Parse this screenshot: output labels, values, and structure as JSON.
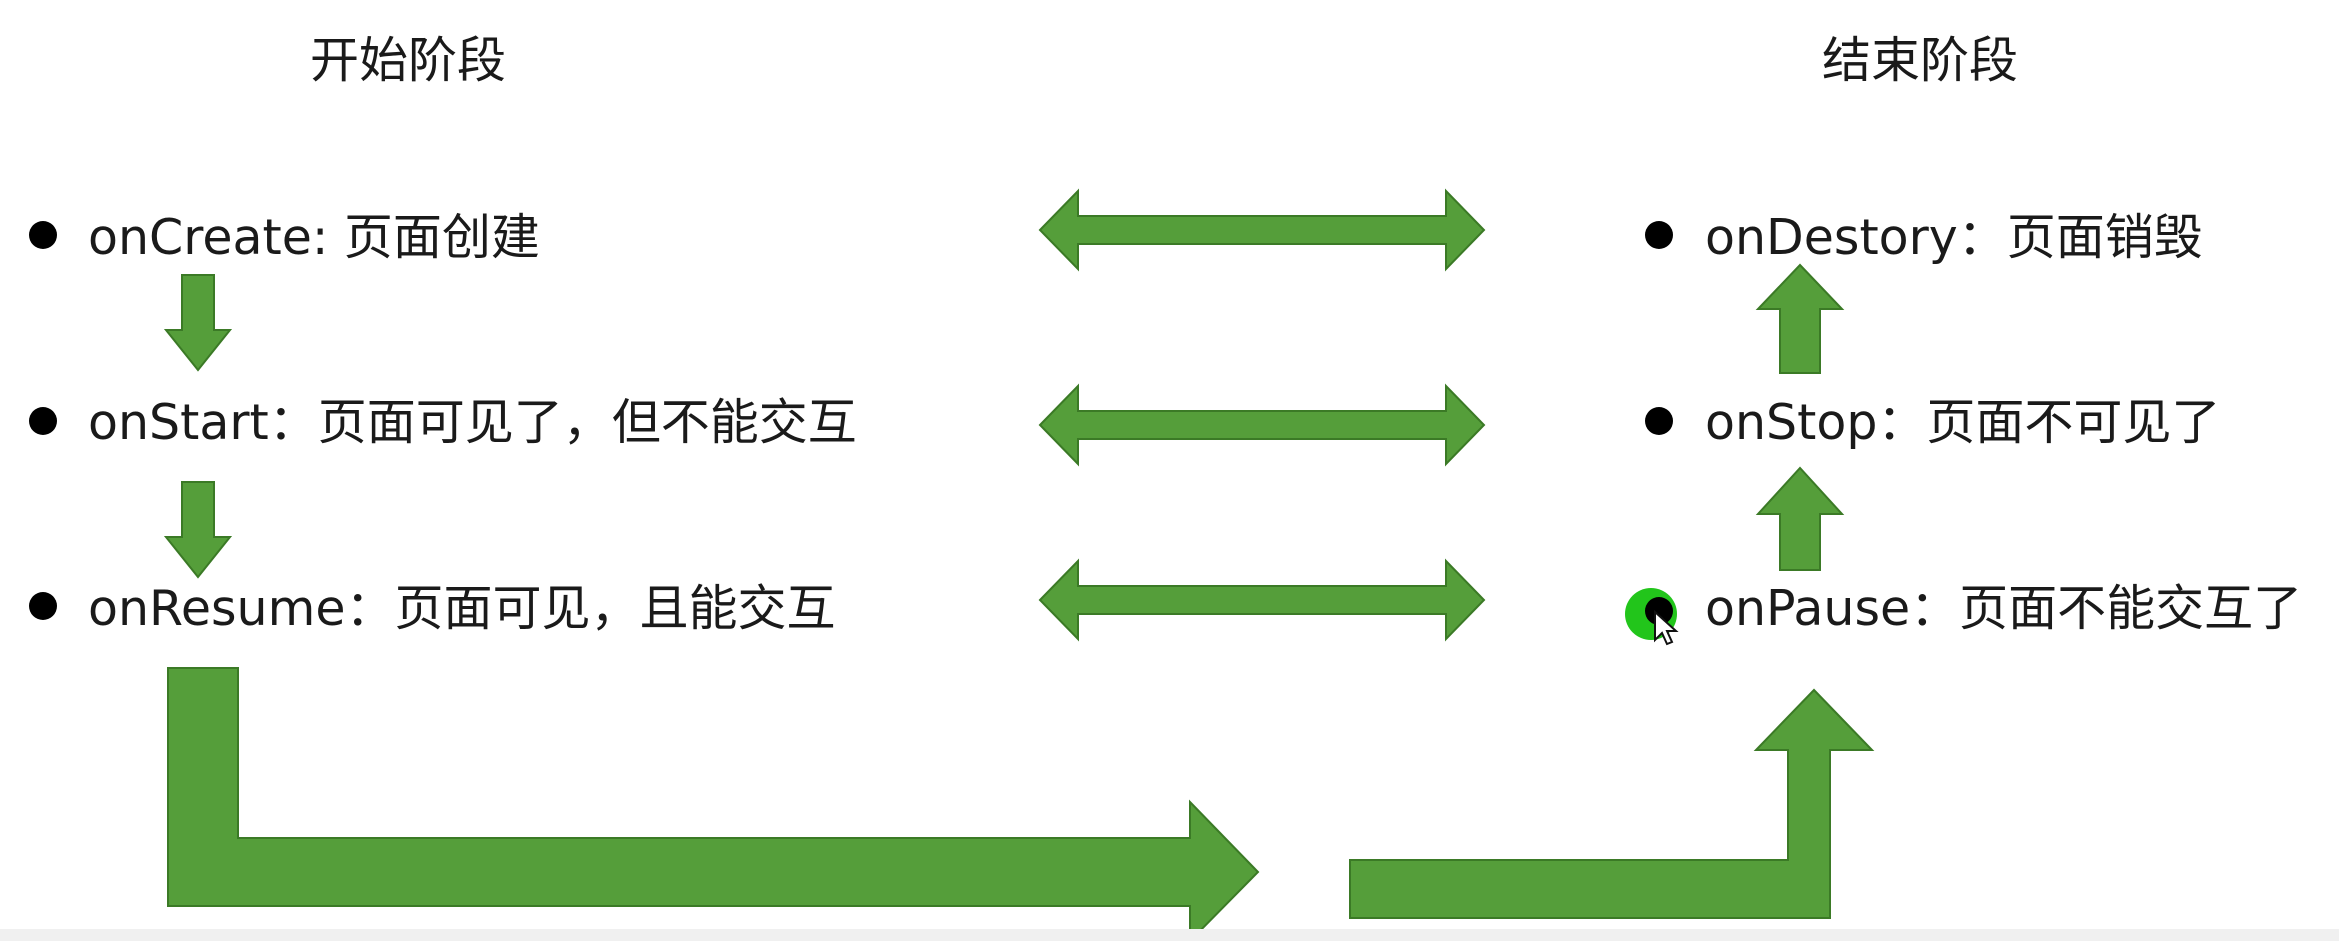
{
  "phases": {
    "start": {
      "title": "开始阶段",
      "items": [
        {
          "label": "onCreate: 页面创建"
        },
        {
          "label": "onStart：页面可见了，但不能交互"
        },
        {
          "label": "onResume：页面可见，且能交互"
        }
      ]
    },
    "end": {
      "title": "结束阶段",
      "items": [
        {
          "label": "onDestory：页面销毁"
        },
        {
          "label": "onStop：页面不可见了"
        },
        {
          "label": "onPause：页面不能交互了"
        }
      ]
    }
  },
  "colors": {
    "arrow_fill": "#559e3a",
    "arrow_stroke": "#3b7a26",
    "bullet": "#000000",
    "text": "#1a1a1a",
    "cursor_highlight": "#22c51b"
  }
}
